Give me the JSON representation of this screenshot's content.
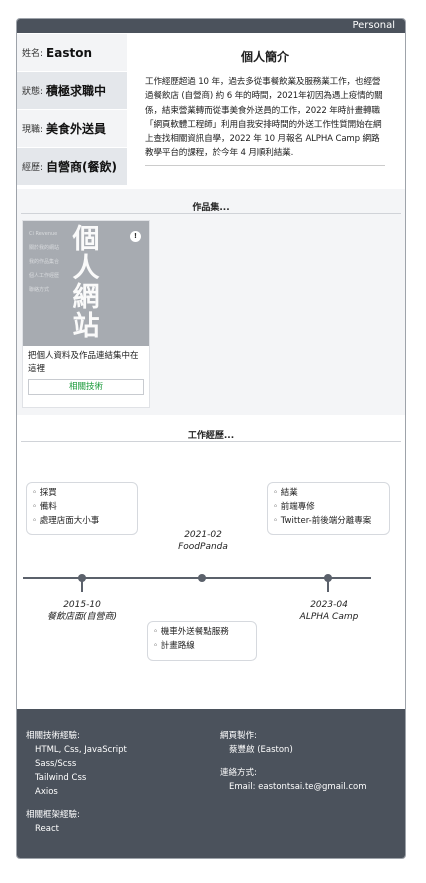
{
  "topbar": {
    "label": "Personal"
  },
  "profile": {
    "rows": [
      {
        "key": "姓名:",
        "value": "Easton"
      },
      {
        "key": "狀態:",
        "value": "積極求職中"
      },
      {
        "key": "現職:",
        "value": "美食外送員"
      },
      {
        "key": "經歷:",
        "value": "自營商(餐飲)"
      }
    ],
    "intro_title": "個人簡介",
    "intro_text": "工作經歷超過 10 年，過去多從事餐飲業及服務業工作，也經營過餐飲店 (自營商) 約 6 年的時間，2021年初因為遇上疫情的關係，結束營業轉而從事美食外送員的工作，2022 年時計畫轉職「網頁軟體工程師」利用自我安排時間的外送工作性質開始在網上查找相關資訊自學，2022 年 10 月報名 ALPHA Camp 網路教學平台的課程，於今年 4 月順利結業."
  },
  "works": {
    "title": "作品集...",
    "card": {
      "thumb_text": "個人網站",
      "thumb_lines": [
        "Ci Revenue",
        "關於我的網站",
        "我的作品集合",
        "個人工作經歷",
        "聯絡方式"
      ],
      "badge": "!",
      "desc": "把個人資料及作品連結集中在這裡",
      "button": "相關技術"
    }
  },
  "experience": {
    "title": "工作經歷...",
    "bubble_left": [
      "◦ 採買",
      "◦ 備料",
      "◦ 處理店面大小事"
    ],
    "bubble_right": [
      "◦ 結業",
      "◦ 前端專修",
      "◦ Twitter-前後端分離專案"
    ],
    "bubble_bottom": [
      "◦ 機車外送餐點服務",
      "◦ 計畫路線"
    ],
    "points": [
      {
        "date": "2015-10",
        "place": "餐飲店面(自營商)"
      },
      {
        "date": "2021-02",
        "place": "FoodPanda"
      },
      {
        "date": "2023-04",
        "place": "ALPHA Camp"
      }
    ]
  },
  "footer": {
    "skills_title": "相關技術經驗:",
    "skills": [
      "HTML, Css, JavaScript",
      "Sass/Scss",
      "Tailwind Css",
      "Axios"
    ],
    "frameworks_title": "相關框架經驗:",
    "frameworks": [
      "React"
    ],
    "made_by_title": "網頁製作:",
    "made_by": "蔡豐啟 (Easton)",
    "contact_title": "連絡方式:",
    "contact": "Email: eastontsai.te@gmail.com"
  }
}
